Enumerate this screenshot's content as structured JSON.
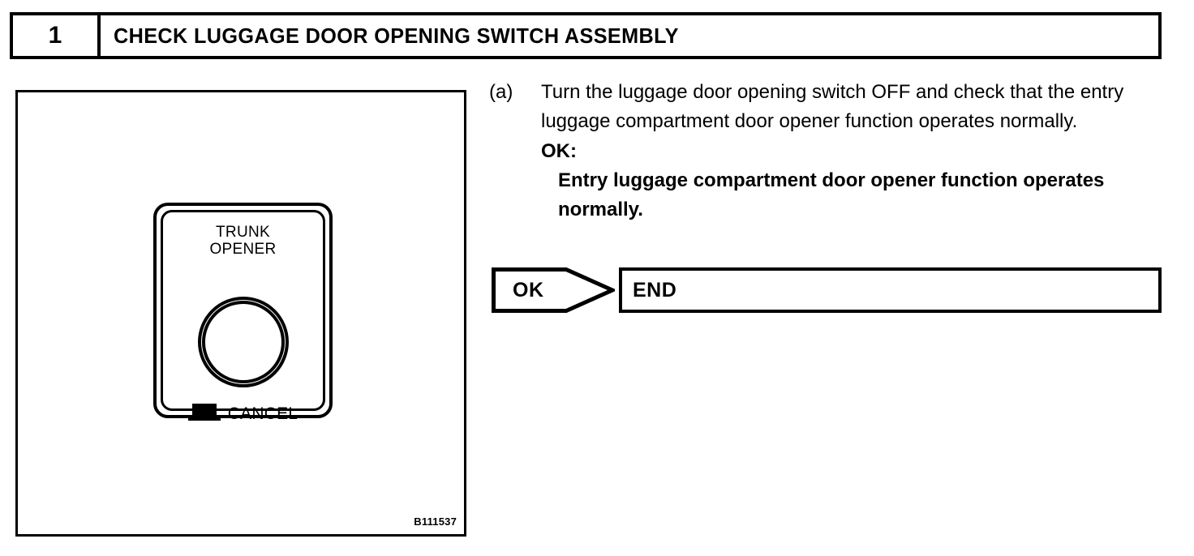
{
  "step_header": {
    "number": "1",
    "title": "CHECK LUGGAGE DOOR OPENING SWITCH ASSEMBLY"
  },
  "illustration": {
    "figure_code": "B111537",
    "switch": {
      "label_line1": "TRUNK",
      "label_line2": "OPENER",
      "cancel_label": "CANCEL",
      "cancel_icon": "cancel-key-icon",
      "button_icon": "round-push-button-icon"
    }
  },
  "procedure": {
    "marker": "(a)",
    "text": "Turn the luggage door opening switch OFF and check that the entry luggage compartment door opener function operates normally.",
    "ok_label": "OK:",
    "ok_criteria": "Entry luggage compartment door opener function operates normally."
  },
  "result_flow": {
    "condition": "OK",
    "destination": "END"
  },
  "colors": {
    "ink": "#000000",
    "paper": "#ffffff"
  }
}
